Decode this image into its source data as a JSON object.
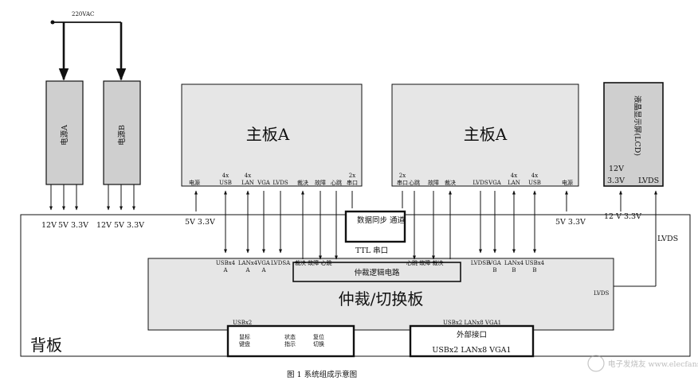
{
  "supply": {
    "label": "220VAC"
  },
  "power_units": [
    {
      "label": "电源A"
    },
    {
      "label": "电源B"
    }
  ],
  "supply_outputs": [
    "12V",
    "5V",
    "3.3V",
    "12V",
    "5V",
    "3.3V"
  ],
  "mainboard_left": {
    "title": "主板A",
    "ports": [
      "电源",
      "4x\nUSB",
      "4x\nLAN",
      "VGA",
      "LVDS",
      "裁决",
      "故障",
      "心跳",
      "2x\n串口"
    ]
  },
  "mainboard_right": {
    "title": "主板A",
    "ports": [
      "2x\n串口",
      "心跳",
      "故障",
      "裁决",
      "LVDS",
      "VGA",
      "4x\nLAN",
      "4x\nUSB",
      "电源"
    ]
  },
  "lcd": {
    "title": "液晶显示屏(LCD)",
    "label_12v": "12V",
    "label_33v": "3.3V",
    "label_lvds": "LVDS"
  },
  "backplane": {
    "title": "背板",
    "power_left": "5V\n3.3V",
    "power_right": "5V\n3.3V",
    "lcd_power": "12 V\n3.3V",
    "lcd_lvds": "LVDS",
    "sync_channel": "数据同步\n通道",
    "ttl_serial": "TTL 串口"
  },
  "switch_board": {
    "title": "仲裁/切换板",
    "arbiter": "仲裁逻辑电路",
    "port_labels_left": [
      "USBx4\nA",
      "LANx4\nA",
      "VGA\nA",
      "LVDSA"
    ],
    "arbiter_left": "裁决 故障 心跳",
    "arbiter_right": "心跳 故障 裁决",
    "port_labels_right": [
      "LVDSB",
      "VGA\nB",
      "LANx4\nB",
      "USBx4\nB"
    ],
    "lvds_out": "LVDS",
    "bottom_left_label": "USBx2",
    "bottom_right_label": "USBx2   LANx8   VGA1"
  },
  "controls": {
    "items": [
      "鼠标\n键盘",
      "状态\n指示",
      "复位\n切换"
    ]
  },
  "external": {
    "title": "外部接口",
    "items": "USBx2   LANx8   VGA1"
  },
  "caption": "图 1   系统组成示意图",
  "watermark": "电子发烧友  www.elecfans.com"
}
